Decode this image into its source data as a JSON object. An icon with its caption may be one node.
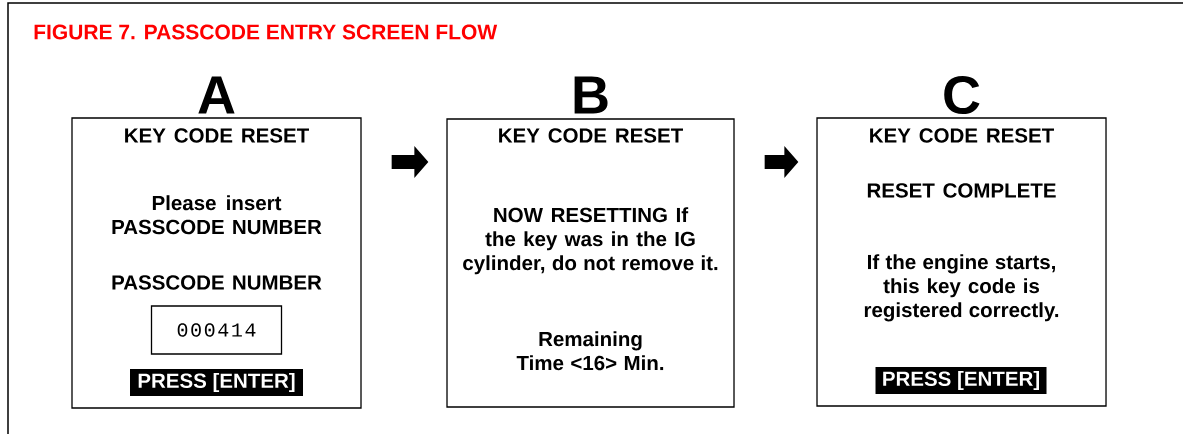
{
  "diagram": {
    "title": "FIGURE 7.  PASSCODE ENTRY SCREEN FLOW",
    "nodes": [
      {
        "text": [
          "A",
          "KEY CODE RESET",
          "Please insert PASSCODE NUMBER",
          "PASSCODE NUMBER"
        ]
      },
      {
        "text": [
          "000414"
        ],
        "in": 0
      },
      {
        "text": [
          "PRESS [ENTER]"
        ],
        "in": 0
      },
      {
        "text": [
          "B",
          "KEY CODE RESET",
          "**NOW RESETTING** If the key was in the IG cylinder, do not remove it.",
          "Remaining Time <16> Min."
        ]
      },
      {
        "text": [
          "C",
          "KEY CODE RESET",
          "RESET COMPLETE",
          "If the engine starts, this key code is registered correctly."
        ]
      },
      {
        "text": [
          "PRESS [ENTER]"
        ],
        "in": 4
      }
    ],
    "edges": [
      {
        "from": 0,
        "to": 3,
        "arrow": "to"
      },
      {
        "from": 3,
        "to": 4,
        "arrow": "to"
      }
    ]
  }
}
